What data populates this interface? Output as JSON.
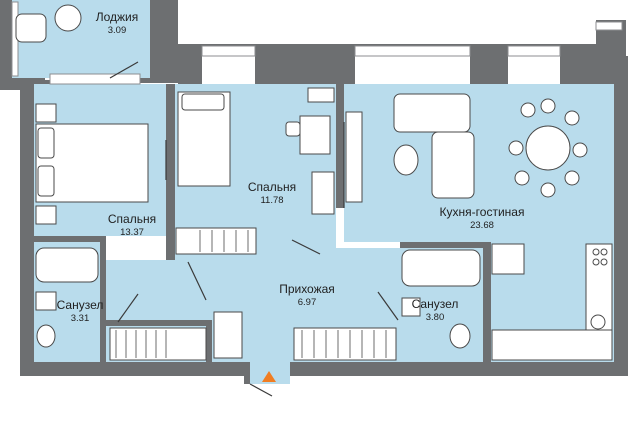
{
  "colors": {
    "wall": "#6d6f71",
    "floor": "#b9dcec",
    "furniture": "#ffffff",
    "furniture_line": "#4a4a4a",
    "entrance_marker": "#f07d22"
  },
  "rooms": [
    {
      "id": "loggia",
      "name": "Лоджия",
      "area": "3.09"
    },
    {
      "id": "bedroom-1",
      "name": "Спальня",
      "area": "13.37"
    },
    {
      "id": "bedroom-2",
      "name": "Спальня",
      "area": "11.78"
    },
    {
      "id": "kitchen-living",
      "name": "Кухня-гостиная",
      "area": "23.68"
    },
    {
      "id": "bathroom-1",
      "name": "Санузел",
      "area": "3.31"
    },
    {
      "id": "hallway",
      "name": "Прихожая",
      "area": "6.97"
    },
    {
      "id": "bathroom-2",
      "name": "Санузел",
      "area": "3.80"
    }
  ],
  "icons": {
    "entrance": "entrance-arrow-icon"
  }
}
